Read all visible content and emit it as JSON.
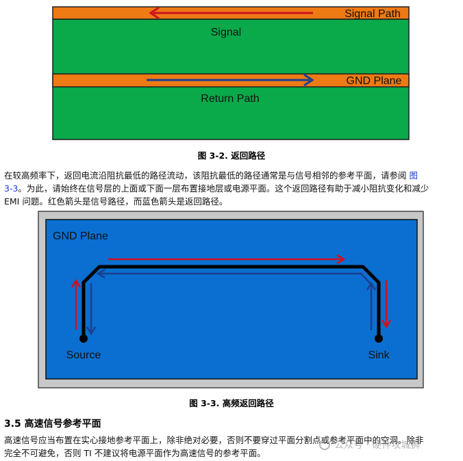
{
  "figure1": {
    "signal_path_label": "Signal Path",
    "signal_label": "Signal",
    "gnd_plane_label": "GND Plane",
    "return_path_label": "Return Path",
    "caption": "图 3-2. 返回路径",
    "colors": {
      "copper": "#ee7a14",
      "substrate": "#0aa94a",
      "signal_arrow": "#cc1122",
      "return_arrow": "#1c3f8f"
    }
  },
  "paragraph1": {
    "line1_text": "在较高频率下，返回电流沿阻抗最低的路径流动，该阻抗最低的路径通常是与信号相邻的参考平面，请参阅 ",
    "line1_link": "图",
    "line2_link": "3-3",
    "line2_text": "。为此，请始终在信号层的上面或下面一层布置接地层或电源平面。这个返回路径有助于减小阻抗变化和减少",
    "line3_text": "EMI 问题。红色箭头是信号路径，而蓝色箭头是返回路径。"
  },
  "figure2": {
    "gnd_plane_label": "GND Plane",
    "source_label": "Source",
    "sink_label": "Sink",
    "caption": "图 3-3. 高频返回路径",
    "colors": {
      "plane": "#0a6fd1",
      "border": "#c8c8c8",
      "trace": "#000000",
      "signal_arrow": "#cc1122",
      "return_arrow": "#1c3f8f"
    }
  },
  "section": {
    "heading": "3.5 高速信号参考平面",
    "line1": "高速信号应当布置在实心接地参考平面上，除非绝对必要，否则不要穿过平面分割点或参考平面中的空洞。除非",
    "line2": "完全不可避免，否则 TI 不建议将电源平面作为高速信号的参考平面。"
  },
  "watermark": {
    "text": "公众号 · 硬件攻城狮"
  }
}
